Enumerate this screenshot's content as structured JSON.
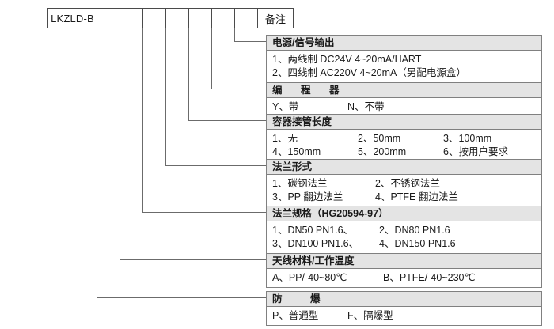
{
  "code_table": {
    "model": "LKZLD-B",
    "blank_cells": 7,
    "note_label": "备注"
  },
  "sections": [
    {
      "id": "power-signal-output",
      "title": "电源/信号输出",
      "rows": [
        [
          "1、两线制  DC24V 4~20mA/HART"
        ],
        [
          "2、四线制 AC220V 4~20mA（另配电源盒）"
        ]
      ],
      "layout": "wide"
    },
    {
      "id": "programmer",
      "title": "编 程 器",
      "rows": [
        [
          "Y、带",
          "N、不带"
        ]
      ],
      "layout": "cols2p"
    },
    {
      "id": "vessel-nozzle-length",
      "title": "容器接管长度",
      "rows": [
        [
          "1、无",
          "2、50mm",
          "3、100mm"
        ],
        [
          "4、150mm",
          "5、200mm",
          "6、按用户要求"
        ]
      ],
      "layout": "cols3"
    },
    {
      "id": "flange-form",
      "title": "法兰形式",
      "rows": [
        [
          "1、碳钢法兰",
          "2、不锈钢法兰"
        ],
        [
          "3、PP 翻边法兰",
          "4、PTFE 翻边法兰"
        ]
      ],
      "layout": "cols2f"
    },
    {
      "id": "flange-spec",
      "title": "法兰规格（HG20594-97）",
      "rows": [
        [
          "1、DN50 PN1.6、",
          "2、DN80 PN1.6"
        ],
        [
          "3、DN100 PN1.6、",
          "4、DN150 PN1.6"
        ]
      ],
      "layout": "cols2s"
    },
    {
      "id": "antenna-material-temp",
      "title": "天线材料/工作温度",
      "rows": [
        [
          "A、PP/-40~80℃",
          "B、PTFE/-40~230℃"
        ]
      ],
      "layout": "cols2t"
    },
    {
      "id": "explosion-proof",
      "title": "防  爆",
      "rows": [
        [
          "P、普通型",
          "F、隔爆型"
        ]
      ],
      "layout": "cols2p"
    }
  ],
  "colors": {
    "line": "#6b6b6b",
    "border": "#808080",
    "header_bg": "#e4e4e4",
    "text": "#1a1a1a",
    "background": "#ffffff"
  }
}
